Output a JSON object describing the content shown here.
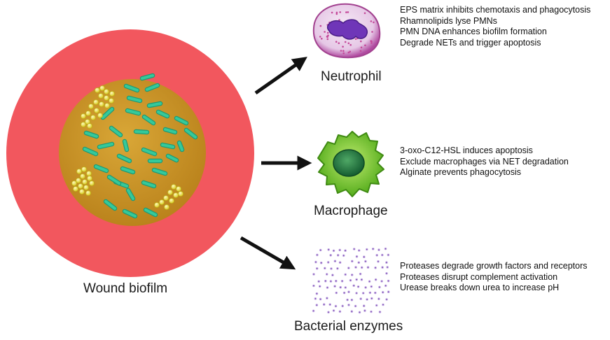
{
  "biofilm": {
    "label": "Wound biofilm",
    "colors": {
      "outer": "#f2575e",
      "inner": "#c99422",
      "rod": "#25b58a",
      "coccus": "#e8e23a"
    }
  },
  "targets": [
    {
      "label": "Neutrophil",
      "effects": [
        "EPS matrix inhibits chemotaxis and phagocytosis",
        "Rhamnolipids lyse PMNs",
        "PMN DNA enhances biofilm formation",
        "Degrade NETs and trigger apoptosis"
      ],
      "color": "#b04aa0"
    },
    {
      "label": "Macrophage",
      "effects": [
        "3-oxo-C12-HSL induces apoptosis",
        "Exclude macrophages via NET degradation",
        "Alginate prevents phagocytosis"
      ],
      "color": "#5dbb1e"
    },
    {
      "label": "Bacterial enzymes",
      "effects": [
        "Proteases degrade growth factors and receptors",
        "Proteases disrupt complement activation",
        "Urease breaks down urea to increase pH"
      ],
      "color": "#8a5bbf"
    }
  ]
}
